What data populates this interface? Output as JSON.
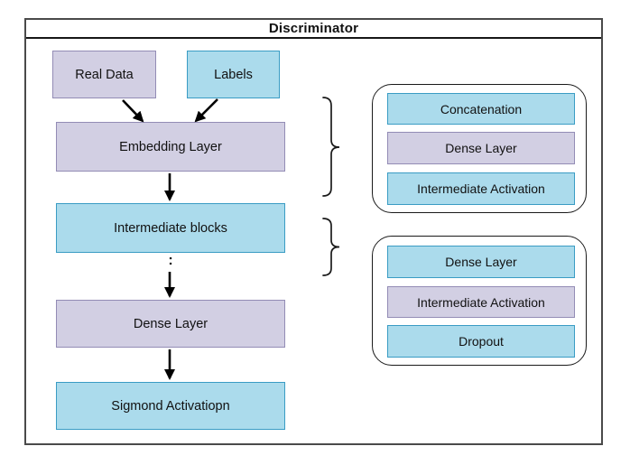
{
  "diagram": {
    "title": "Discriminator",
    "continuation_dots": ":"
  },
  "colors": {
    "cyan_fill": "#abdbec",
    "cyan_border": "#3a9cc4",
    "lavender_fill": "#d2cfe3",
    "lavender_border": "#938cb5",
    "frame_border": "#4a4a4a",
    "arrow": "#000000"
  },
  "flow_nodes": {
    "real_data": {
      "label": "Real Data",
      "variant": "lavender"
    },
    "labels": {
      "label": "Labels",
      "variant": "cyan"
    },
    "embedding_layer": {
      "label": "Embedding Layer",
      "variant": "lavender"
    },
    "intermediate_blocks": {
      "label": "Intermediate blocks",
      "variant": "cyan"
    },
    "dense_layer": {
      "label": "Dense Layer",
      "variant": "lavender"
    },
    "sigmoid_activation": {
      "label": "Sigmond Activatiopn",
      "variant": "cyan"
    }
  },
  "detail_groups": [
    {
      "name": "embedding-layer-detail",
      "items": [
        {
          "label": "Concatenation",
          "variant": "cyan"
        },
        {
          "label": "Dense Layer",
          "variant": "lavender"
        },
        {
          "label": "Intermediate Activation",
          "variant": "cyan"
        }
      ]
    },
    {
      "name": "intermediate-block-detail",
      "items": [
        {
          "label": "Dense Layer",
          "variant": "cyan"
        },
        {
          "label": "Intermediate Activation",
          "variant": "lavender"
        },
        {
          "label": "Dropout",
          "variant": "cyan"
        }
      ]
    }
  ]
}
